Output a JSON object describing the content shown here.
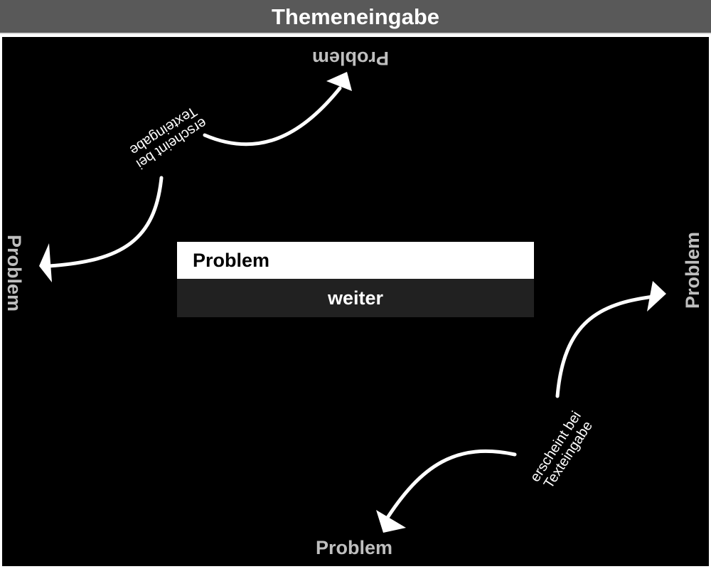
{
  "window": {
    "title": "Themeneingabe"
  },
  "topic_input": {
    "value": "Problem"
  },
  "next_button": {
    "label": "weiter"
  },
  "orientation_labels": {
    "top": "Problem",
    "bottom": "Problem",
    "left": "Problem",
    "right": "Problem"
  },
  "hints": {
    "top": "erscheint bei\nTexteingabe",
    "bottom": "erscheint bei\nTexteingabe"
  },
  "colors": {
    "title_bar": "#595959",
    "screen_background": "#000000",
    "input_background": "#ffffff",
    "button_background": "#212121",
    "side_label": "#bfbfbf",
    "hint_text": "#ffffff"
  }
}
